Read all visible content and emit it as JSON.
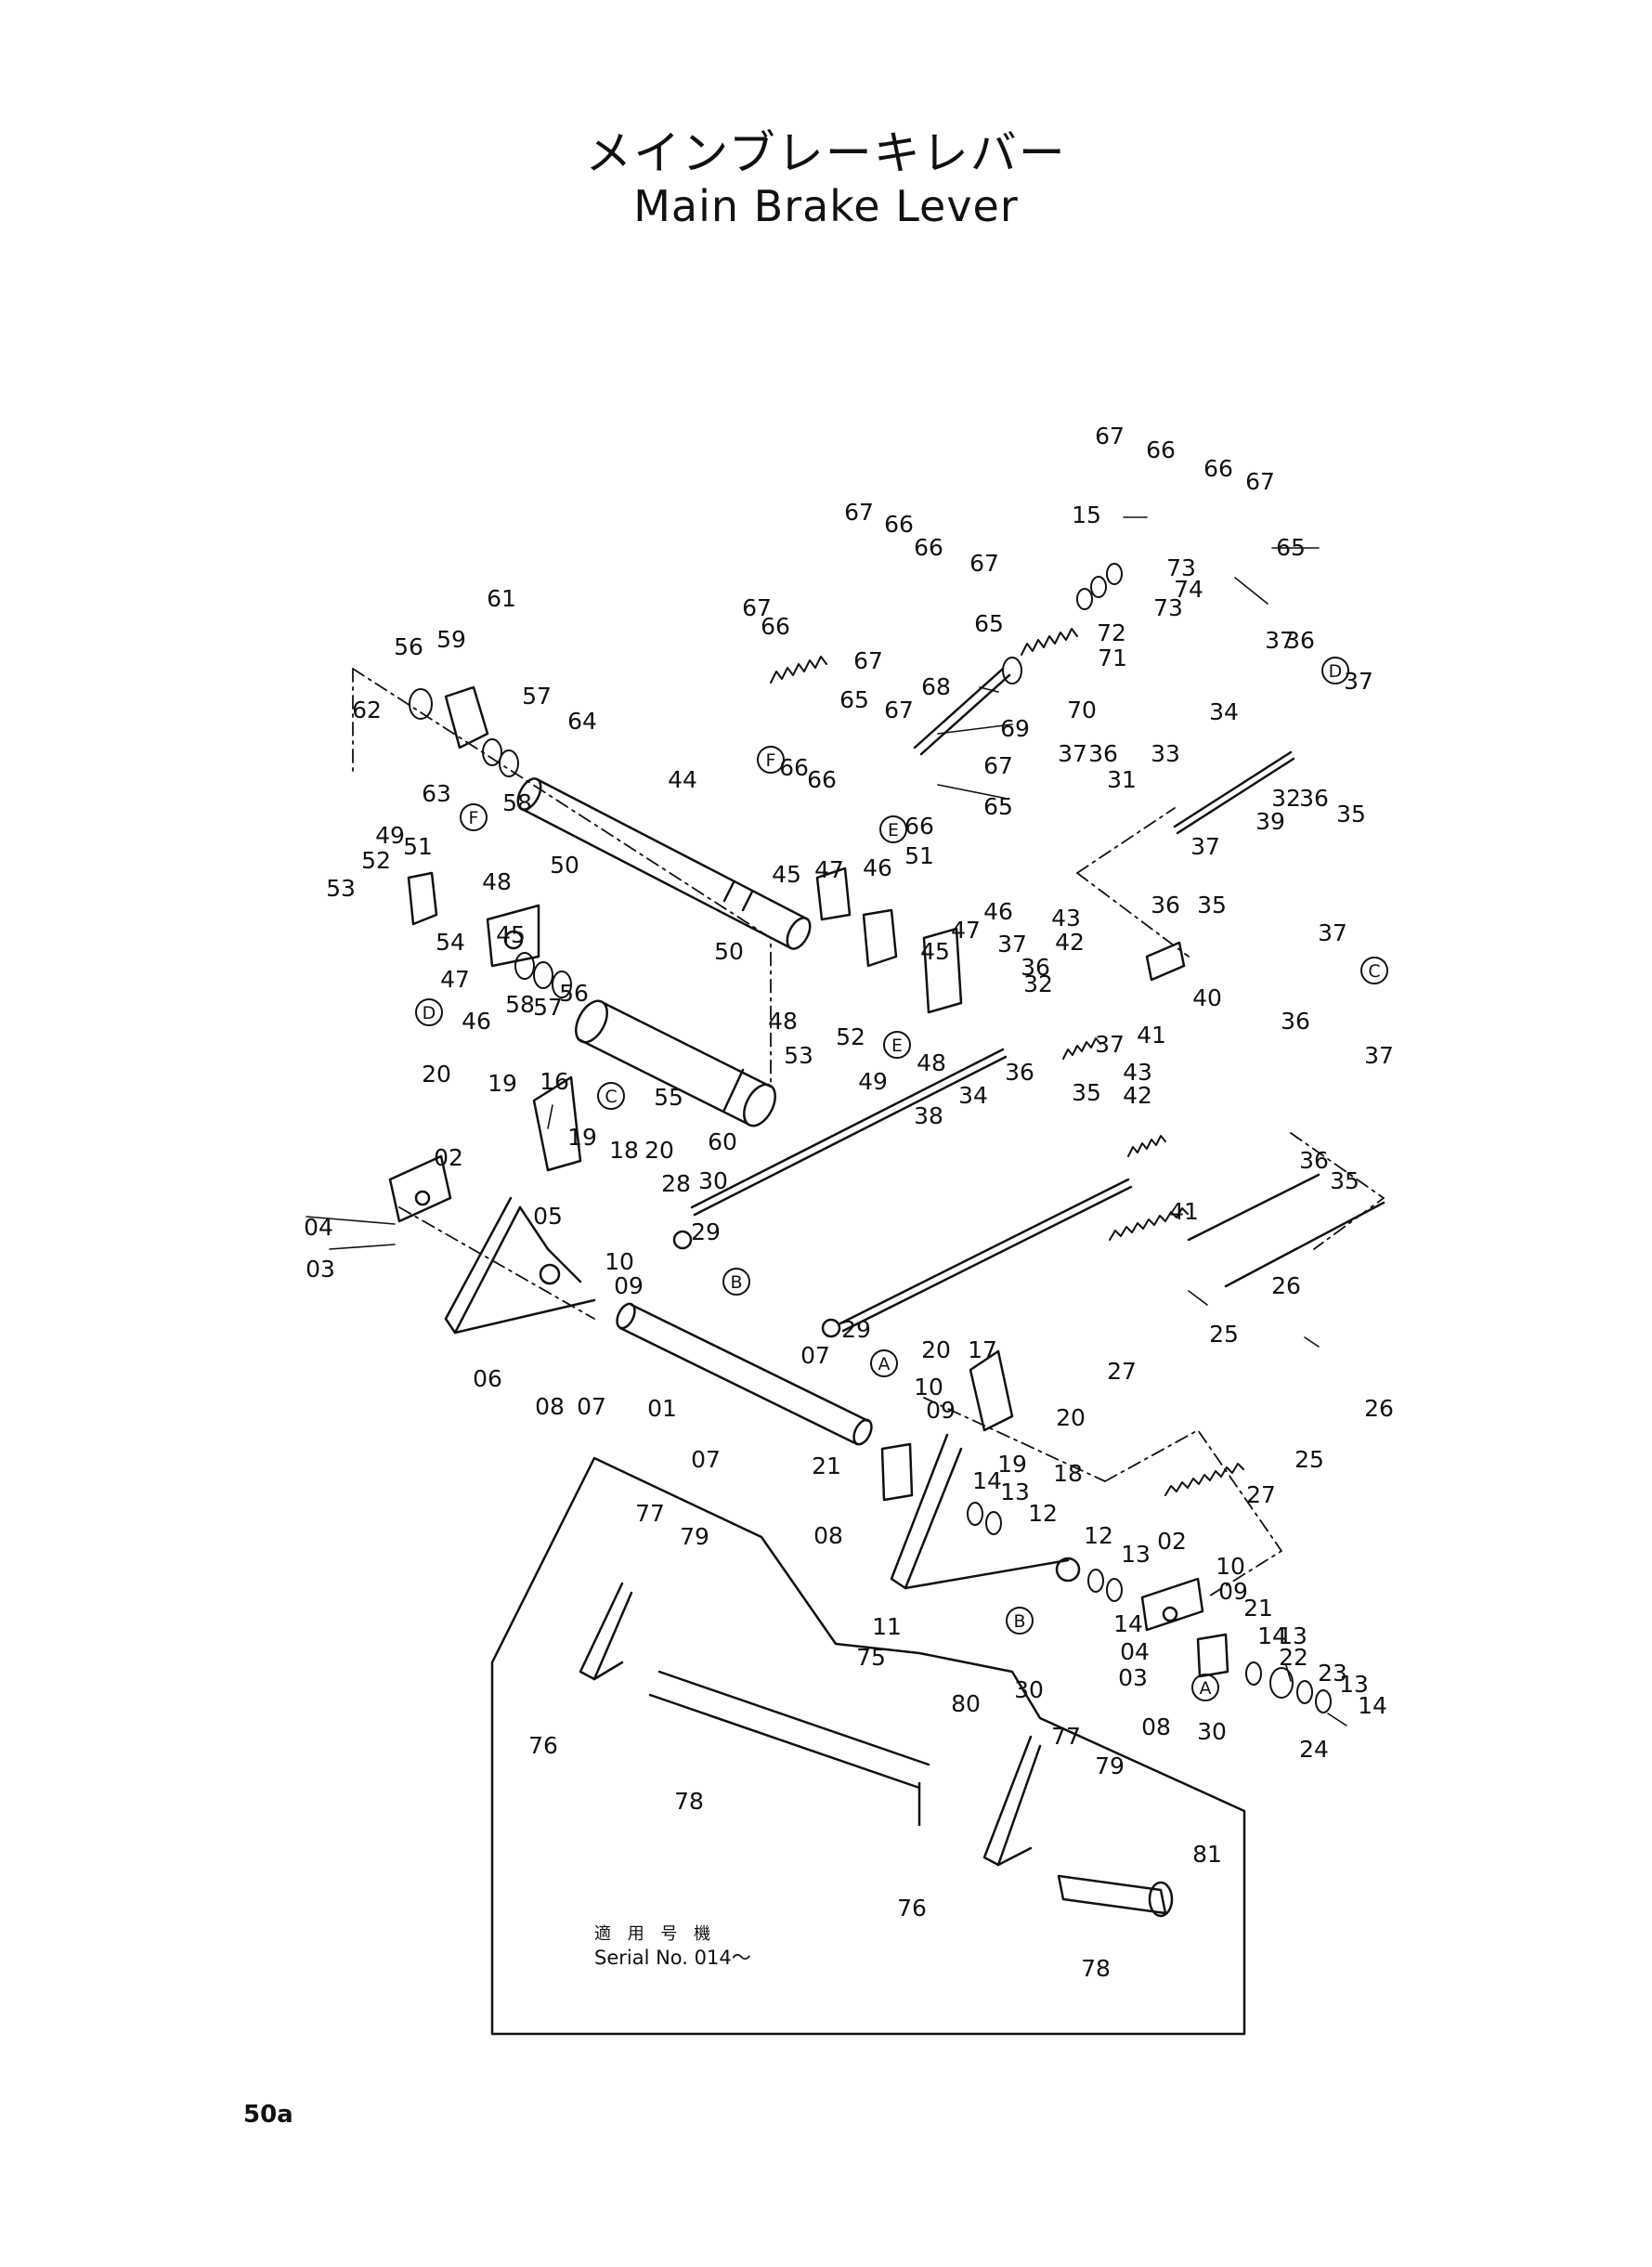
{
  "title_jp": "メインブレーキレバー",
  "title_en": "Main Brake Lever",
  "page_number": "50a",
  "serial_label_jp": "適 用 号 機",
  "serial_label_en": "Serial No. 014～",
  "ink_color": "#111111",
  "labels": [
    {
      "id": "01",
      "text": "01"
    },
    {
      "id": "02a",
      "text": "02"
    },
    {
      "id": "02b",
      "text": "02"
    },
    {
      "id": "03a",
      "text": "03"
    },
    {
      "id": "03b",
      "text": "03"
    },
    {
      "id": "04a",
      "text": "04"
    },
    {
      "id": "04b",
      "text": "04"
    },
    {
      "id": "05",
      "text": "05"
    },
    {
      "id": "06",
      "text": "06"
    },
    {
      "id": "07a",
      "text": "07"
    },
    {
      "id": "07b",
      "text": "07"
    },
    {
      "id": "07c",
      "text": "07"
    },
    {
      "id": "08a",
      "text": "08"
    },
    {
      "id": "08b",
      "text": "08"
    },
    {
      "id": "08c",
      "text": "08"
    },
    {
      "id": "09a",
      "text": "09"
    },
    {
      "id": "09b",
      "text": "09"
    },
    {
      "id": "09c",
      "text": "09"
    },
    {
      "id": "10a",
      "text": "10"
    },
    {
      "id": "10b",
      "text": "10"
    },
    {
      "id": "10c",
      "text": "10"
    },
    {
      "id": "11",
      "text": "11"
    },
    {
      "id": "12a",
      "text": "12"
    },
    {
      "id": "12b",
      "text": "12"
    },
    {
      "id": "13a",
      "text": "13"
    },
    {
      "id": "13b",
      "text": "13"
    },
    {
      "id": "13c",
      "text": "13"
    },
    {
      "id": "13d",
      "text": "13"
    },
    {
      "id": "14a",
      "text": "14"
    },
    {
      "id": "14b",
      "text": "14"
    },
    {
      "id": "14c",
      "text": "14"
    },
    {
      "id": "14d",
      "text": "14"
    },
    {
      "id": "15",
      "text": "15"
    },
    {
      "id": "16",
      "text": "16"
    },
    {
      "id": "17",
      "text": "17"
    },
    {
      "id": "18a",
      "text": "18"
    },
    {
      "id": "18b",
      "text": "18"
    },
    {
      "id": "19a",
      "text": "19"
    },
    {
      "id": "19b",
      "text": "19"
    },
    {
      "id": "19c",
      "text": "19"
    },
    {
      "id": "20a",
      "text": "20"
    },
    {
      "id": "20b",
      "text": "20"
    },
    {
      "id": "20c",
      "text": "20"
    },
    {
      "id": "20d",
      "text": "20"
    },
    {
      "id": "21a",
      "text": "21"
    },
    {
      "id": "21b",
      "text": "21"
    },
    {
      "id": "22",
      "text": "22"
    },
    {
      "id": "23",
      "text": "23"
    },
    {
      "id": "24",
      "text": "24"
    },
    {
      "id": "25a",
      "text": "25"
    },
    {
      "id": "25b",
      "text": "25"
    },
    {
      "id": "26a",
      "text": "26"
    },
    {
      "id": "26b",
      "text": "26"
    },
    {
      "id": "27a",
      "text": "27"
    },
    {
      "id": "27b",
      "text": "27"
    },
    {
      "id": "28",
      "text": "28"
    },
    {
      "id": "29a",
      "text": "29"
    },
    {
      "id": "29b",
      "text": "29"
    },
    {
      "id": "30a",
      "text": "30"
    },
    {
      "id": "30b",
      "text": "30"
    },
    {
      "id": "30c",
      "text": "30"
    },
    {
      "id": "31",
      "text": "31"
    },
    {
      "id": "32a",
      "text": "32"
    },
    {
      "id": "32b",
      "text": "32"
    },
    {
      "id": "33",
      "text": "33"
    },
    {
      "id": "34a",
      "text": "34"
    },
    {
      "id": "34b",
      "text": "34"
    },
    {
      "id": "35a",
      "text": "35"
    },
    {
      "id": "35b",
      "text": "35"
    },
    {
      "id": "35c",
      "text": "35"
    },
    {
      "id": "35d",
      "text": "35"
    },
    {
      "id": "36a",
      "text": "36"
    },
    {
      "id": "36b",
      "text": "36"
    },
    {
      "id": "36c",
      "text": "36"
    },
    {
      "id": "36d",
      "text": "36"
    },
    {
      "id": "36e",
      "text": "36"
    },
    {
      "id": "36f",
      "text": "36"
    },
    {
      "id": "36g",
      "text": "36"
    },
    {
      "id": "36h",
      "text": "36"
    },
    {
      "id": "37a",
      "text": "37"
    },
    {
      "id": "37b",
      "text": "37"
    },
    {
      "id": "37c",
      "text": "37"
    },
    {
      "id": "37d",
      "text": "37"
    },
    {
      "id": "37e",
      "text": "37"
    },
    {
      "id": "37f",
      "text": "37"
    },
    {
      "id": "37g",
      "text": "37"
    },
    {
      "id": "37h",
      "text": "37"
    },
    {
      "id": "38",
      "text": "38"
    },
    {
      "id": "39",
      "text": "39"
    },
    {
      "id": "40",
      "text": "40"
    },
    {
      "id": "41a",
      "text": "41"
    },
    {
      "id": "41b",
      "text": "41"
    },
    {
      "id": "42a",
      "text": "42"
    },
    {
      "id": "42b",
      "text": "42"
    },
    {
      "id": "43a",
      "text": "43"
    },
    {
      "id": "43b",
      "text": "43"
    },
    {
      "id": "44",
      "text": "44"
    },
    {
      "id": "45a",
      "text": "45"
    },
    {
      "id": "45b",
      "text": "45"
    },
    {
      "id": "45c",
      "text": "45"
    },
    {
      "id": "46a",
      "text": "46"
    },
    {
      "id": "46b",
      "text": "46"
    },
    {
      "id": "46c",
      "text": "46"
    },
    {
      "id": "47a",
      "text": "47"
    },
    {
      "id": "47b",
      "text": "47"
    },
    {
      "id": "47c",
      "text": "47"
    },
    {
      "id": "48a",
      "text": "48"
    },
    {
      "id": "48b",
      "text": "48"
    },
    {
      "id": "48c",
      "text": "48"
    },
    {
      "id": "49a",
      "text": "49"
    },
    {
      "id": "49b",
      "text": "49"
    },
    {
      "id": "50a",
      "text": "50"
    },
    {
      "id": "50b",
      "text": "50"
    },
    {
      "id": "51a",
      "text": "51"
    },
    {
      "id": "51b",
      "text": "51"
    },
    {
      "id": "52a",
      "text": "52"
    },
    {
      "id": "52b",
      "text": "52"
    },
    {
      "id": "53a",
      "text": "53"
    },
    {
      "id": "53b",
      "text": "53"
    },
    {
      "id": "54",
      "text": "54"
    },
    {
      "id": "55",
      "text": "55"
    },
    {
      "id": "56a",
      "text": "56"
    },
    {
      "id": "56b",
      "text": "56"
    },
    {
      "id": "57a",
      "text": "57"
    },
    {
      "id": "57b",
      "text": "57"
    },
    {
      "id": "58a",
      "text": "58"
    },
    {
      "id": "58b",
      "text": "58"
    },
    {
      "id": "59",
      "text": "59"
    },
    {
      "id": "60",
      "text": "60"
    },
    {
      "id": "61",
      "text": "61"
    },
    {
      "id": "62",
      "text": "62"
    },
    {
      "id": "63",
      "text": "63"
    },
    {
      "id": "64",
      "text": "64"
    },
    {
      "id": "65a",
      "text": "65"
    },
    {
      "id": "65b",
      "text": "65"
    },
    {
      "id": "65c",
      "text": "65"
    },
    {
      "id": "65d",
      "text": "65"
    },
    {
      "id": "66a",
      "text": "66"
    },
    {
      "id": "66b",
      "text": "66"
    },
    {
      "id": "66c",
      "text": "66"
    },
    {
      "id": "66d",
      "text": "66"
    },
    {
      "id": "66e",
      "text": "66"
    },
    {
      "id": "66f",
      "text": "66"
    },
    {
      "id": "66g",
      "text": "66"
    },
    {
      "id": "66h",
      "text": "66"
    },
    {
      "id": "67a",
      "text": "67"
    },
    {
      "id": "67b",
      "text": "67"
    },
    {
      "id": "67c",
      "text": "67"
    },
    {
      "id": "67d",
      "text": "67"
    },
    {
      "id": "67e",
      "text": "67"
    },
    {
      "id": "67f",
      "text": "67"
    },
    {
      "id": "67g",
      "text": "67"
    },
    {
      "id": "67h",
      "text": "67"
    },
    {
      "id": "68",
      "text": "68"
    },
    {
      "id": "69",
      "text": "69"
    },
    {
      "id": "70",
      "text": "70"
    },
    {
      "id": "71",
      "text": "71"
    },
    {
      "id": "72",
      "text": "72"
    },
    {
      "id": "73a",
      "text": "73"
    },
    {
      "id": "73b",
      "text": "73"
    },
    {
      "id": "74",
      "text": "74"
    },
    {
      "id": "75",
      "text": "75"
    },
    {
      "id": "76a",
      "text": "76"
    },
    {
      "id": "76b",
      "text": "76"
    },
    {
      "id": "77a",
      "text": "77"
    },
    {
      "id": "77b",
      "text": "77"
    },
    {
      "id": "78a",
      "text": "78"
    },
    {
      "id": "78b",
      "text": "78"
    },
    {
      "id": "79a",
      "text": "79"
    },
    {
      "id": "79b",
      "text": "79"
    },
    {
      "id": "80",
      "text": "80"
    },
    {
      "id": "81",
      "text": "81"
    }
  ],
  "callouts": [
    {
      "id": "A1",
      "text": "A"
    },
    {
      "id": "A2",
      "text": "A"
    },
    {
      "id": "B1",
      "text": "B"
    },
    {
      "id": "B2",
      "text": "B"
    },
    {
      "id": "C1",
      "text": "C"
    },
    {
      "id": "C2",
      "text": "C"
    },
    {
      "id": "D1",
      "text": "D"
    },
    {
      "id": "D2",
      "text": "D"
    },
    {
      "id": "E1",
      "text": "E"
    },
    {
      "id": "E2",
      "text": "E"
    },
    {
      "id": "F1",
      "text": "F"
    },
    {
      "id": "F2",
      "text": "F"
    }
  ]
}
